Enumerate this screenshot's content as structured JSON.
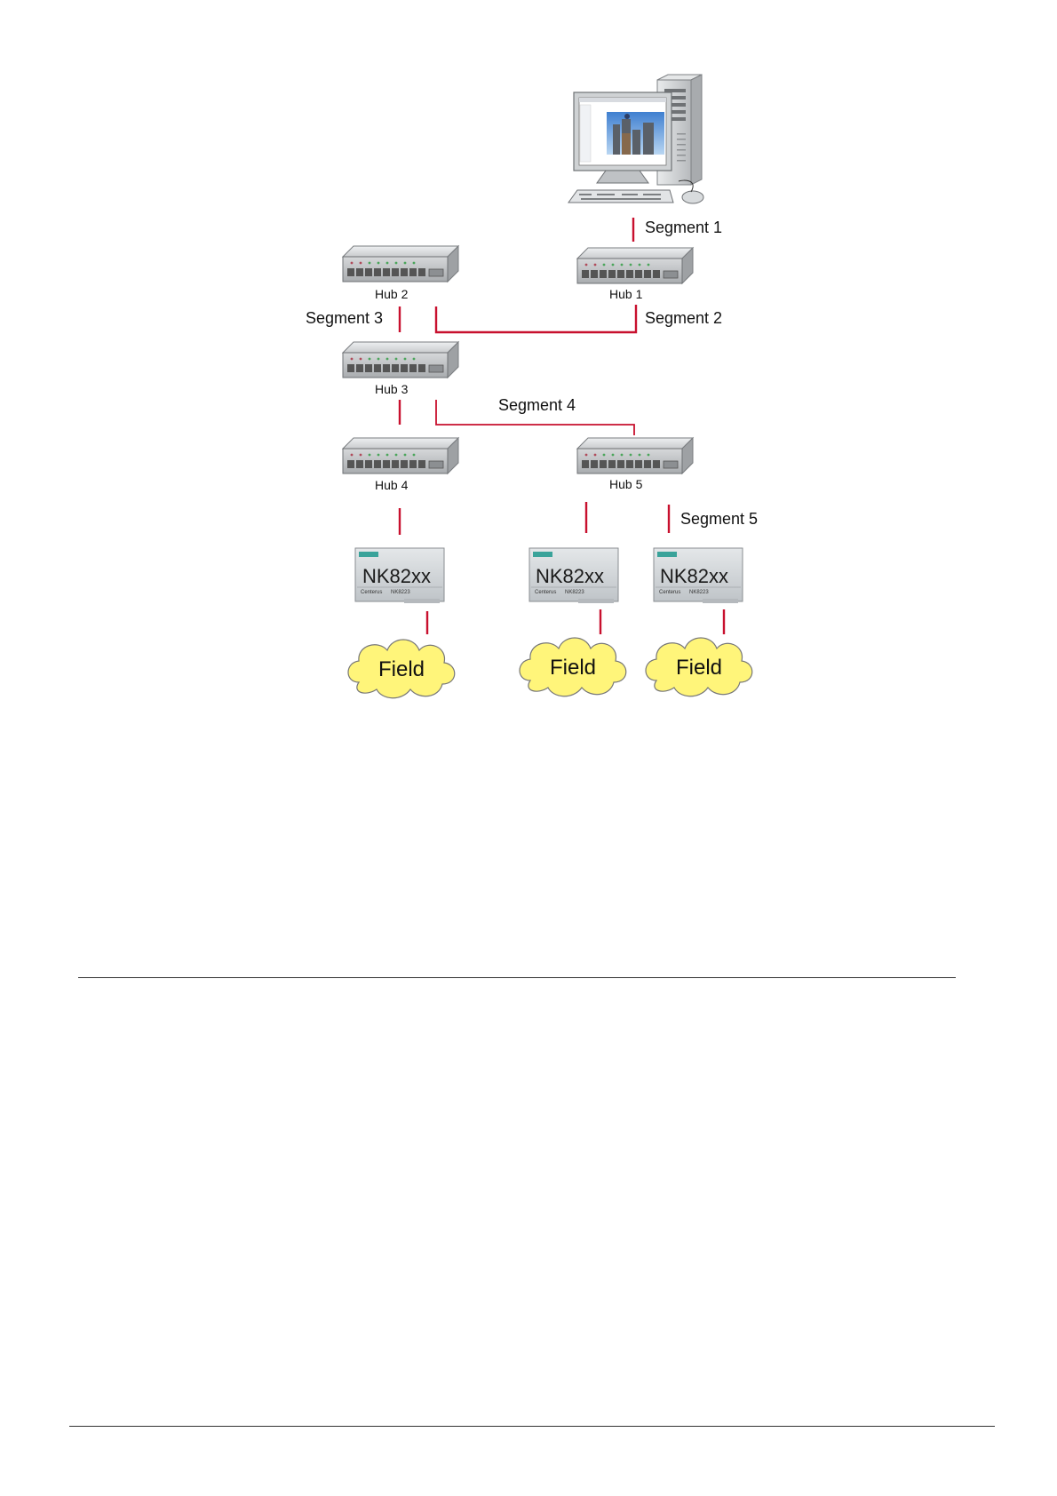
{
  "segments": {
    "s1": "Segment 1",
    "s2": "Segment 2",
    "s3": "Segment 3",
    "s4": "Segment 4",
    "s5": "Segment 5"
  },
  "hubs": {
    "h1": "Hub 1",
    "h2": "Hub 2",
    "h3": "Hub 3",
    "h4": "Hub 4",
    "h5": "Hub 5"
  },
  "devices": {
    "model": "NK82xx",
    "brand": "Centerus",
    "submodel": "NK8223"
  },
  "field_label": "Field",
  "colors": {
    "link_red": "#c8102e",
    "cloud_fill": "#fff57a",
    "hub_body": "#d9dadb",
    "device_body": "#cfd3d6"
  }
}
